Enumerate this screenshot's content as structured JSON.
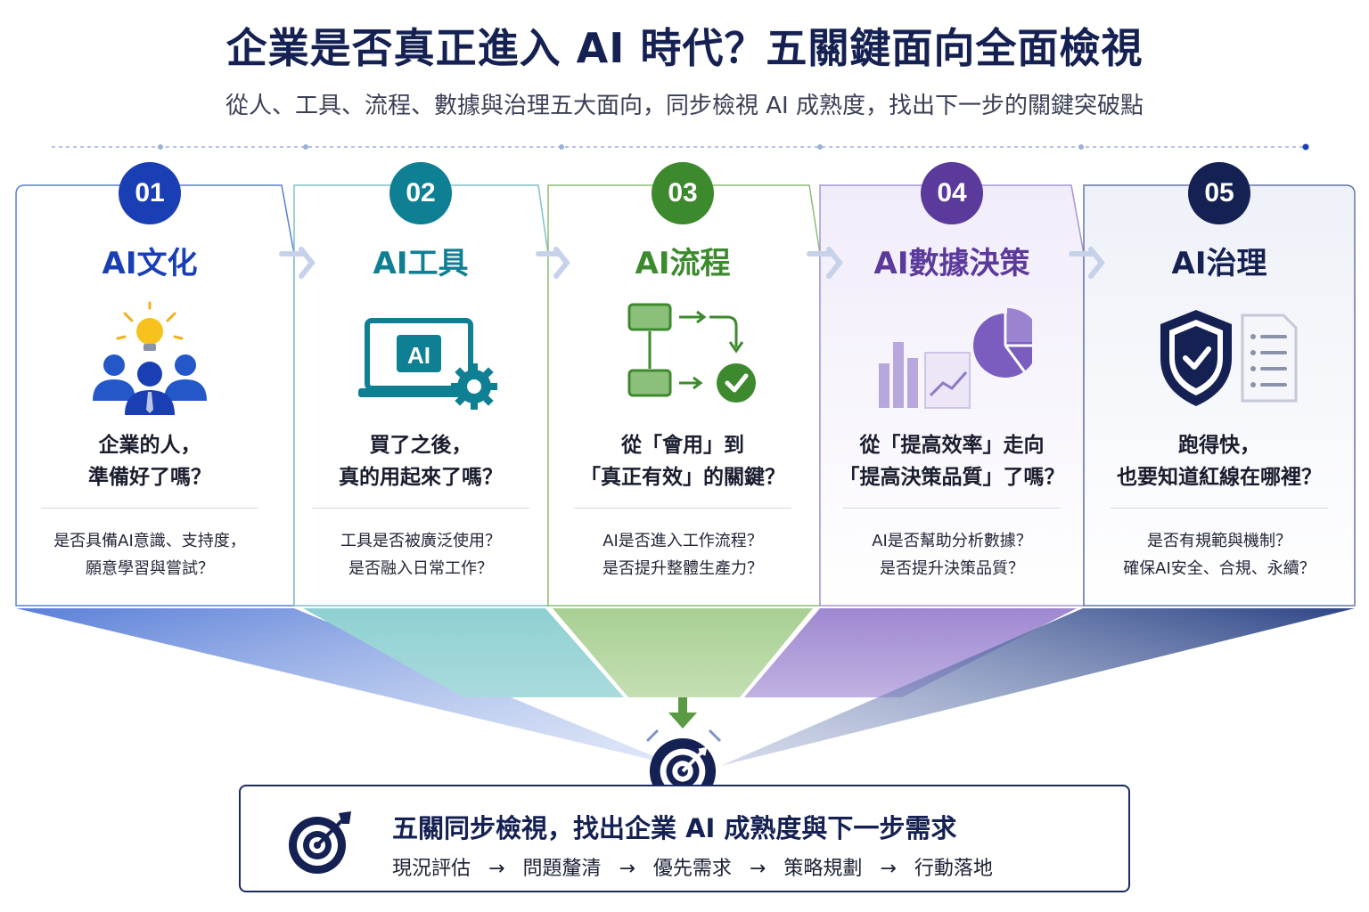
{
  "title": "企業是否真正進入 AI 時代？五關鍵面向全面檢視",
  "subtitle": "從人、工具、流程、數據與治理五大面向，同步檢視 AI 成熟度，找出下一步的關鍵突破點",
  "columns": [
    {
      "number": "01",
      "title": "AI文化",
      "color": "#1a3fb5",
      "icon": "team-lightbulb-icon",
      "question": [
        "企業的人，",
        "準備好了嗎？"
      ],
      "detail": [
        "是否具備AI意識、支持度，",
        "願意學習與嘗試？"
      ]
    },
    {
      "number": "02",
      "title": "AI工具",
      "color": "#0f7f93",
      "icon": "laptop-ai-gear-icon",
      "question": [
        "買了之後，",
        "真的用起來了嗎？"
      ],
      "detail": [
        "工具是否被廣泛使用？",
        "是否融入日常工作？"
      ]
    },
    {
      "number": "03",
      "title": "AI流程",
      "color": "#3d8a2e",
      "icon": "workflow-check-icon",
      "question": [
        "從「會用」到",
        "「真正有效」的關鍵？"
      ],
      "detail": [
        "AI是否進入工作流程？",
        "是否提升整體生產力？"
      ]
    },
    {
      "number": "04",
      "title": "AI數據決策",
      "color": "#5b3a9c",
      "icon": "charts-pie-icon",
      "question": [
        "從「提高效率」走向",
        "「提高決策品質」了嗎？"
      ],
      "detail": [
        "AI是否幫助分析數據？",
        "是否提升決策品質？"
      ]
    },
    {
      "number": "05",
      "title": "AI治理",
      "color": "#152153",
      "icon": "shield-document-icon",
      "question": [
        "跑得快，",
        "也要知道紅線在哪裡？"
      ],
      "detail": [
        "是否有規範與機制？",
        "確保AI安全、合規、永續？"
      ]
    }
  ],
  "summary": {
    "headline": "五關同步檢視，找出企業 AI 成熟度與下一步需求",
    "steps": [
      "現況評估",
      "問題釐清",
      "優先需求",
      "策略規劃",
      "行動落地"
    ],
    "arrow": "→",
    "icon": "target-icon"
  }
}
